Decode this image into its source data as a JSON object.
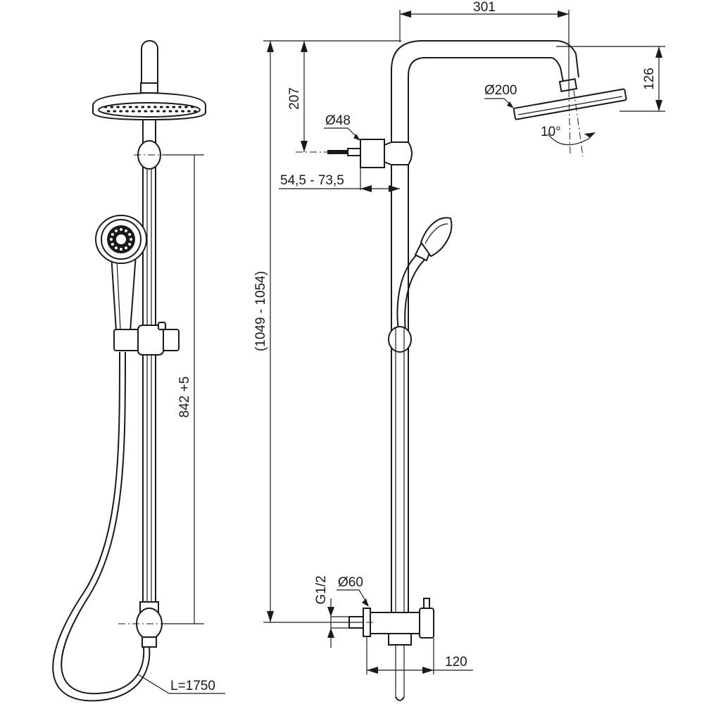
{
  "dimensions": {
    "width_top": "301",
    "head_height": "126",
    "head_diameter": "Ø200",
    "tilt_angle": "10°",
    "arm_drop": "207",
    "bracket_diameter": "Ø48",
    "bracket_offset": "54,5 - 73,5",
    "total_height": "(1049 - 1054)",
    "rail_length": "842 +5",
    "connection_thread": "G1/2",
    "mixer_diameter": "Ø60",
    "mixer_offset": "120",
    "hose_length": "L=1750"
  },
  "colors": {
    "line": "#1a1a1a",
    "background": "#ffffff"
  }
}
